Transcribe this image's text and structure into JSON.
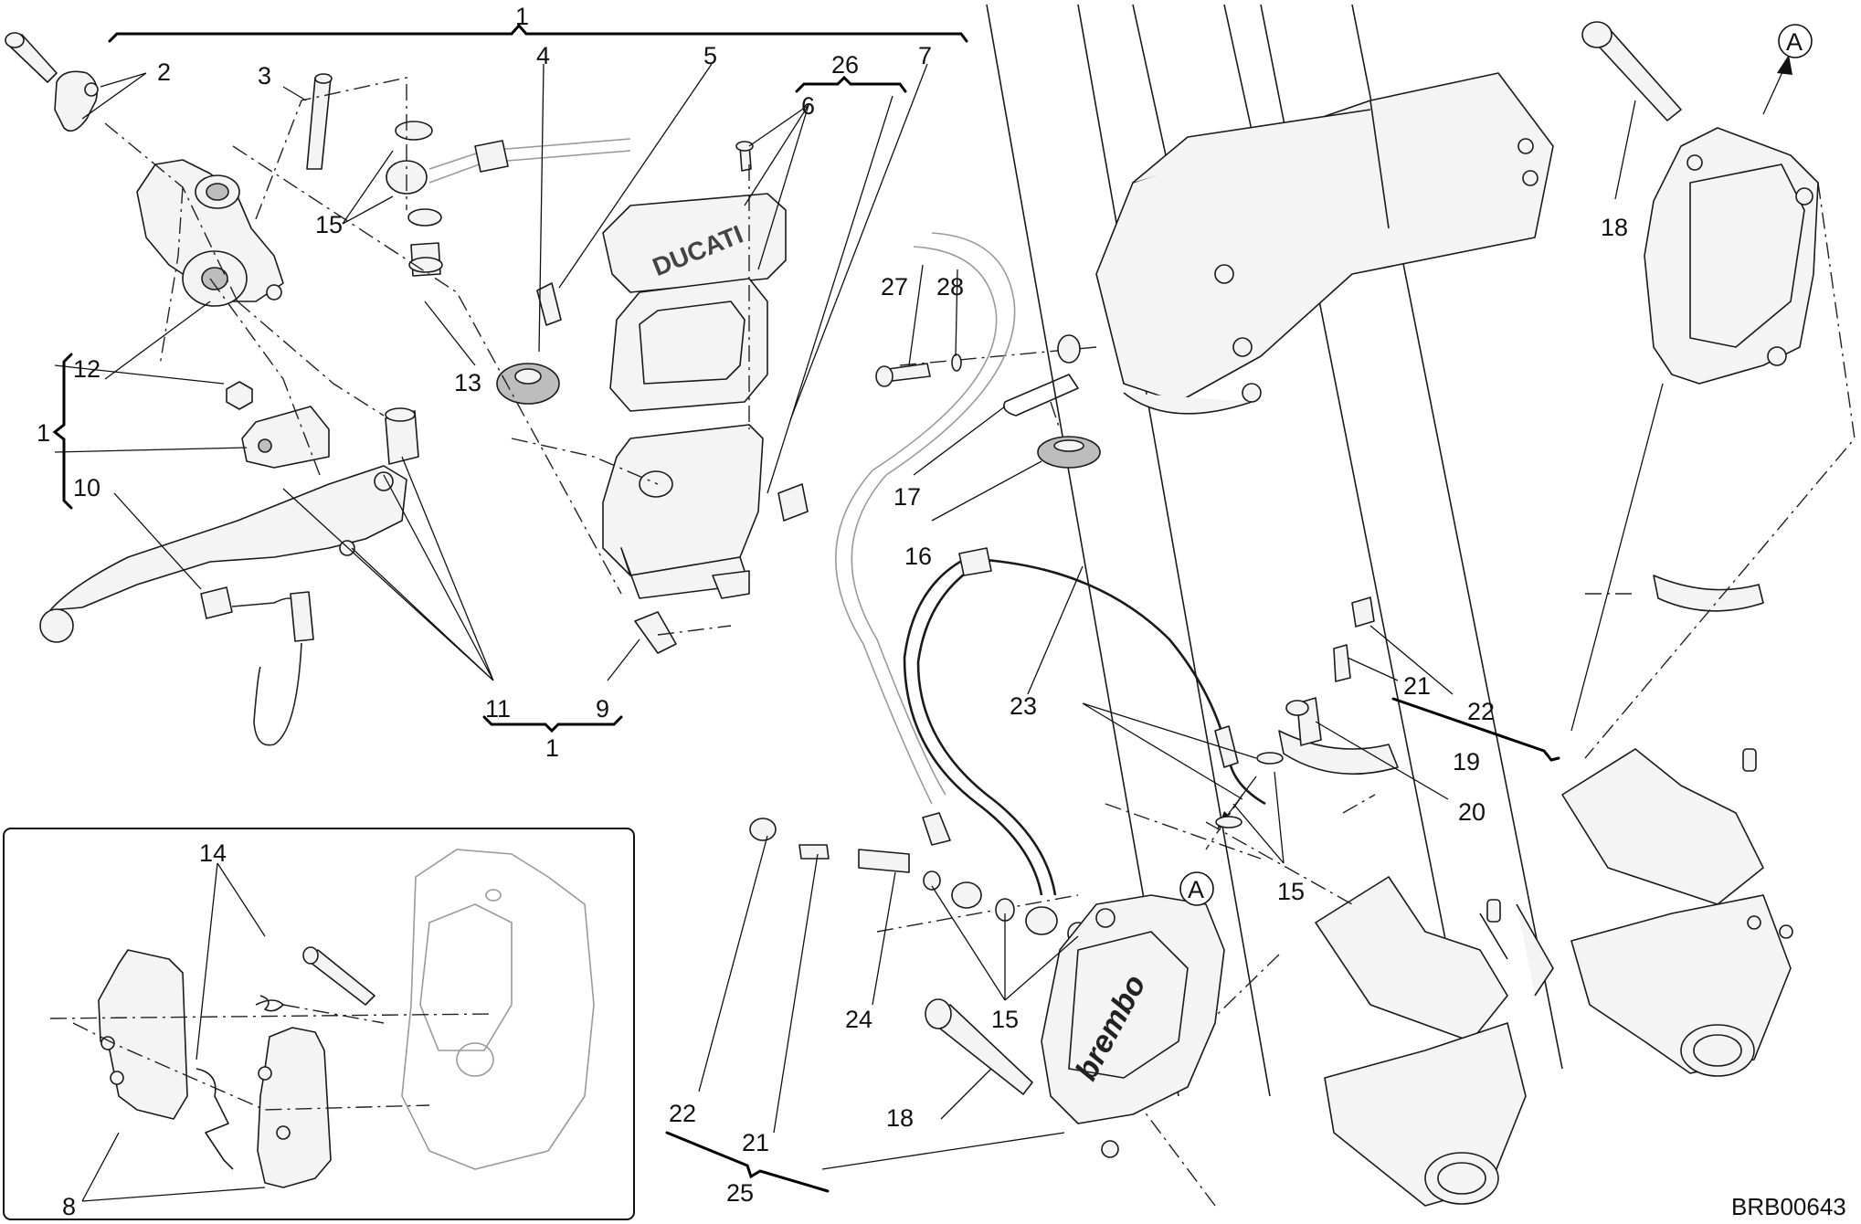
{
  "diagram": {
    "reference_code": "BRB00643",
    "callouts": {
      "c1_top": "1",
      "c1_left": "1",
      "c1_bottom": "1",
      "c2": "2",
      "c3": "3",
      "c4": "4",
      "c5": "5",
      "c6": "6",
      "c7": "7",
      "c8": "8",
      "c9": "9",
      "c10": "10",
      "c11": "11",
      "c12": "12",
      "c13": "13",
      "c14": "14",
      "c15_a": "15",
      "c15_b": "15",
      "c15_c": "15",
      "c16": "16",
      "c17": "17",
      "c18_a": "18",
      "c18_b": "18",
      "c19": "19",
      "c20": "20",
      "c21_a": "21",
      "c21_b": "21",
      "c22_a": "22",
      "c22_b": "22",
      "c23": "23",
      "c24": "24",
      "c25": "25",
      "c26": "26",
      "c27": "27",
      "c28": "28"
    },
    "markers": {
      "a_top": "A",
      "a_mid": "A"
    },
    "caliper_logo": "brembo",
    "reservoir_logo": "DUCATI"
  }
}
